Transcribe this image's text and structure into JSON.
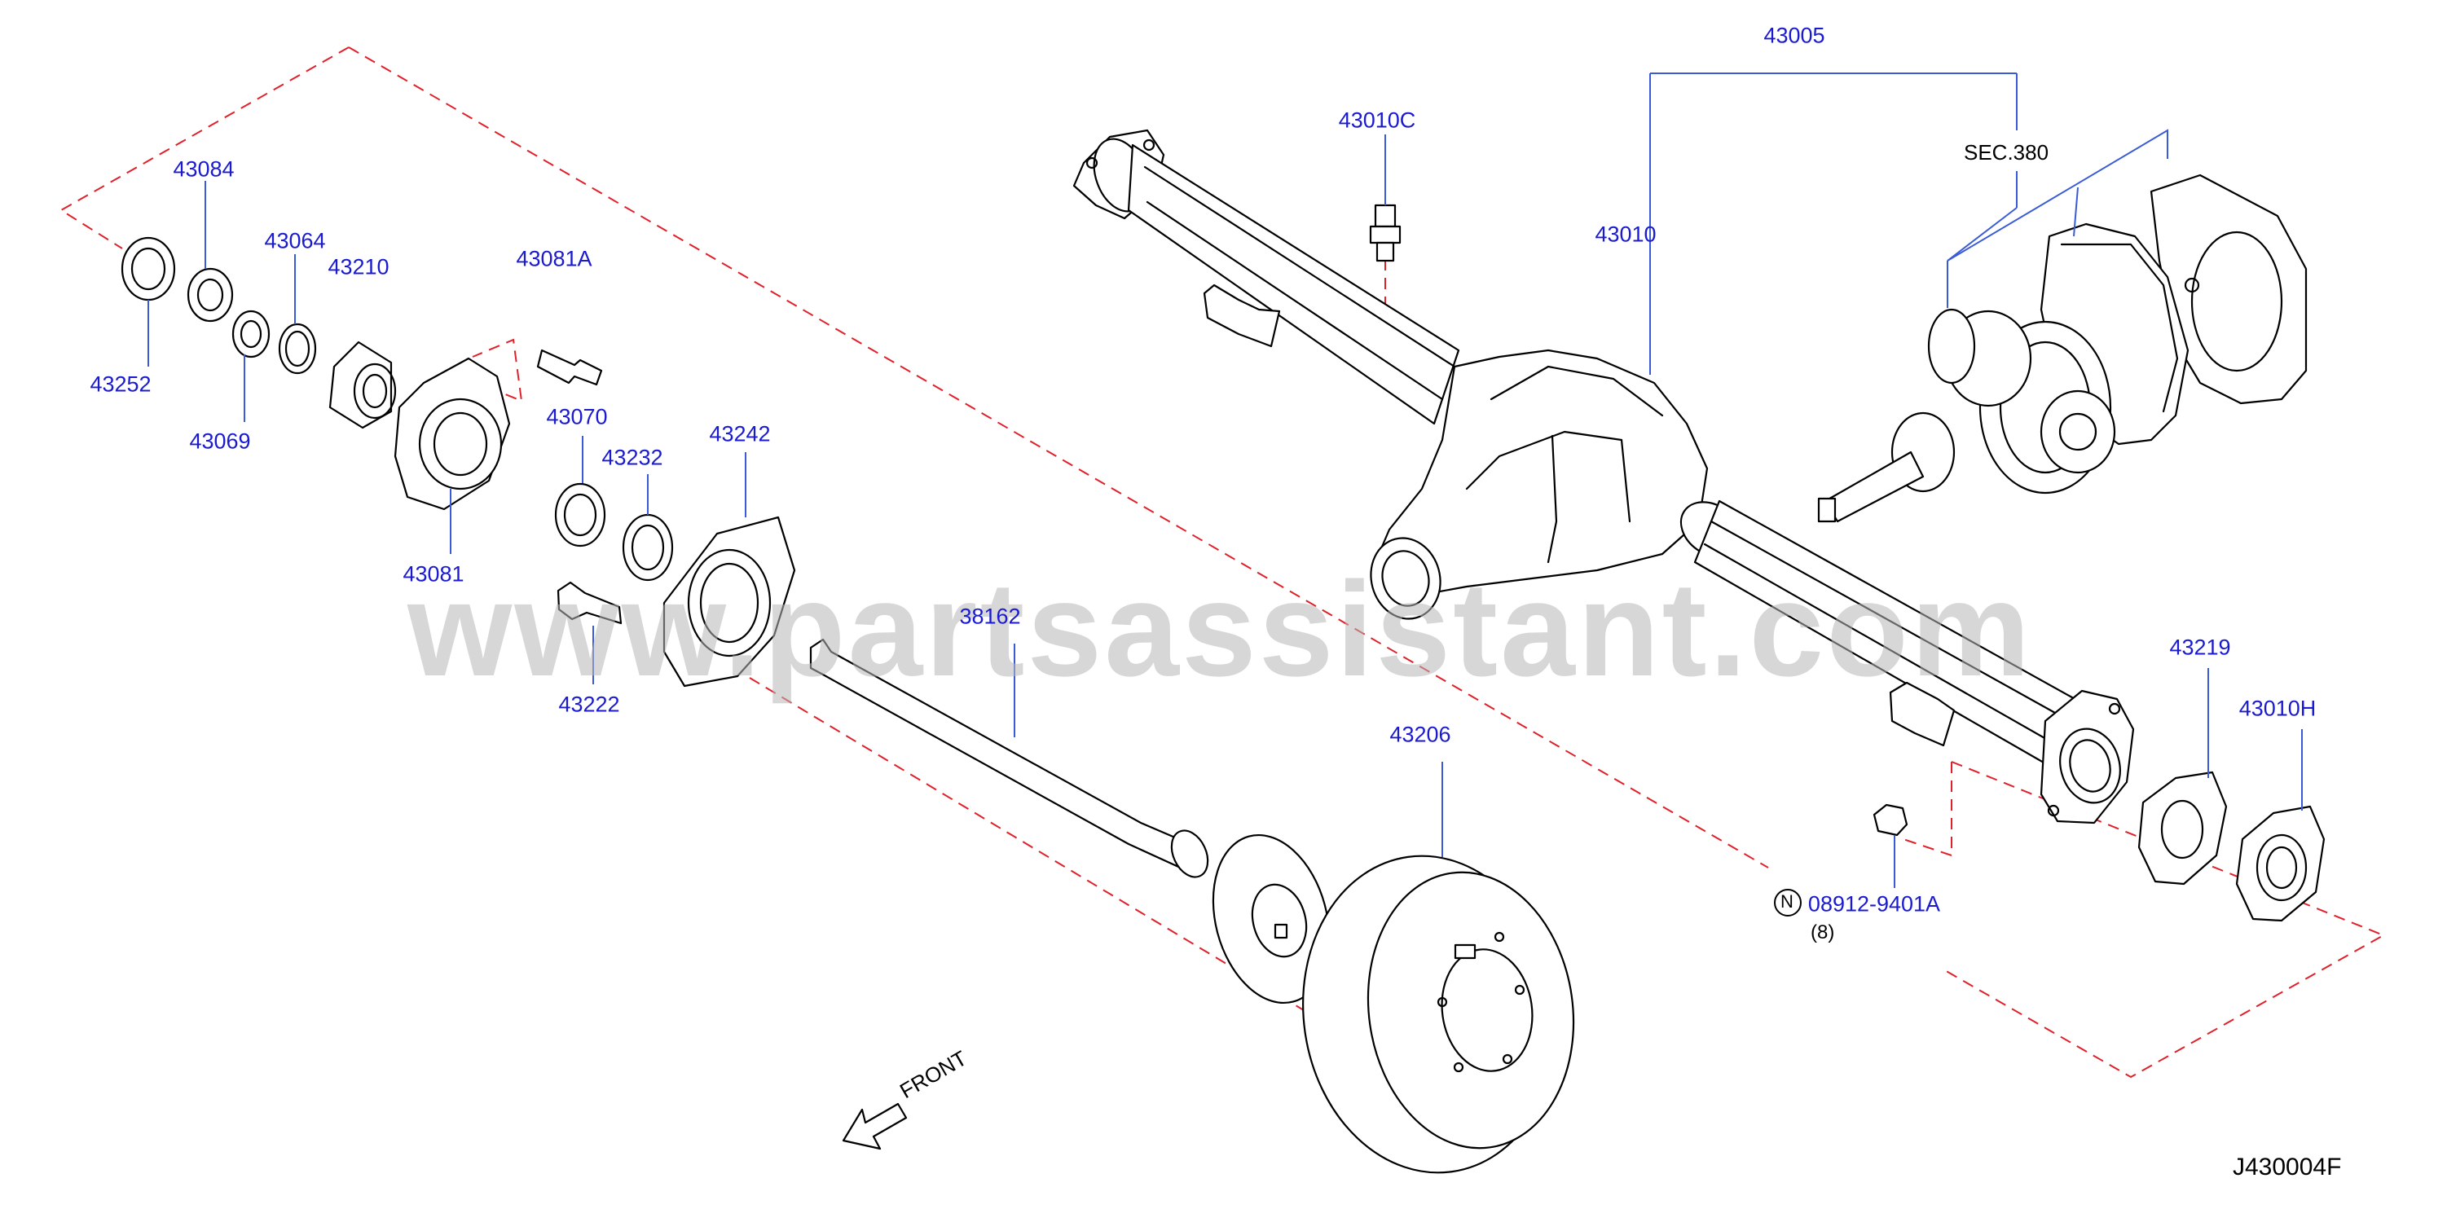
{
  "diagram_code": "J430004F",
  "watermark": "www.partsassistant.com",
  "front_label": "FRONT",
  "section_ref": "SEC.380",
  "nut_symbol": "N",
  "nut_qty": "(8)",
  "colors": {
    "label": "#1a1ad0",
    "leader": "#3a5bd8",
    "dashed": "#e0202a",
    "line": "#000000",
    "watermark": "#b8b8b8"
  },
  "parts": {
    "p43005": "43005",
    "p43010c": "43010C",
    "p43010": "43010",
    "p43084": "43084",
    "p43064": "43064",
    "p43210": "43210",
    "p43081a": "43081A",
    "p43252": "43252",
    "p43069": "43069",
    "p43070": "43070",
    "p43232": "43232",
    "p43242": "43242",
    "p43081": "43081",
    "p38162": "38162",
    "p43222": "43222",
    "p43206": "43206",
    "p43219": "43219",
    "p43010h": "43010H",
    "p08912": "08912-9401A"
  }
}
